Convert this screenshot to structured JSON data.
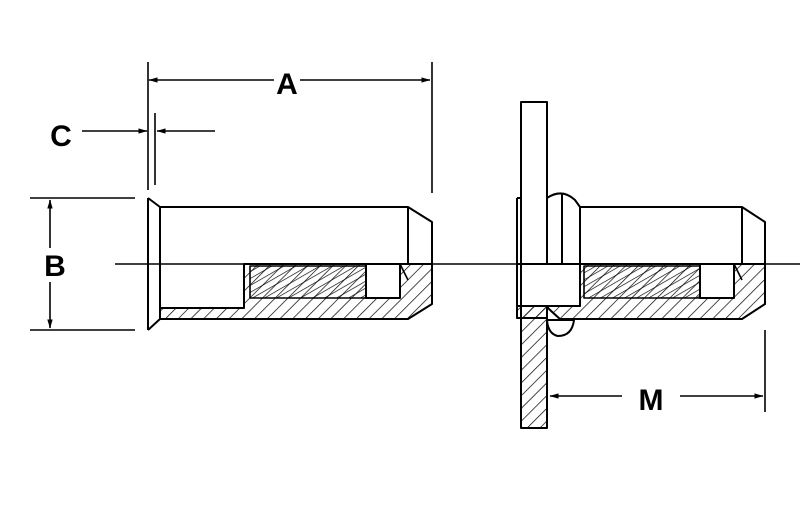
{
  "diagram": {
    "type": "technical drawing - blind rivet nut, installed and uninstalled",
    "colors": {
      "stroke": "#000000",
      "background": "#ffffff",
      "hatch": "#000000"
    },
    "dimensions": {
      "a": {
        "label": "A"
      },
      "b": {
        "label": "B"
      },
      "c": {
        "label": "C"
      },
      "m": {
        "label": "M"
      }
    }
  }
}
